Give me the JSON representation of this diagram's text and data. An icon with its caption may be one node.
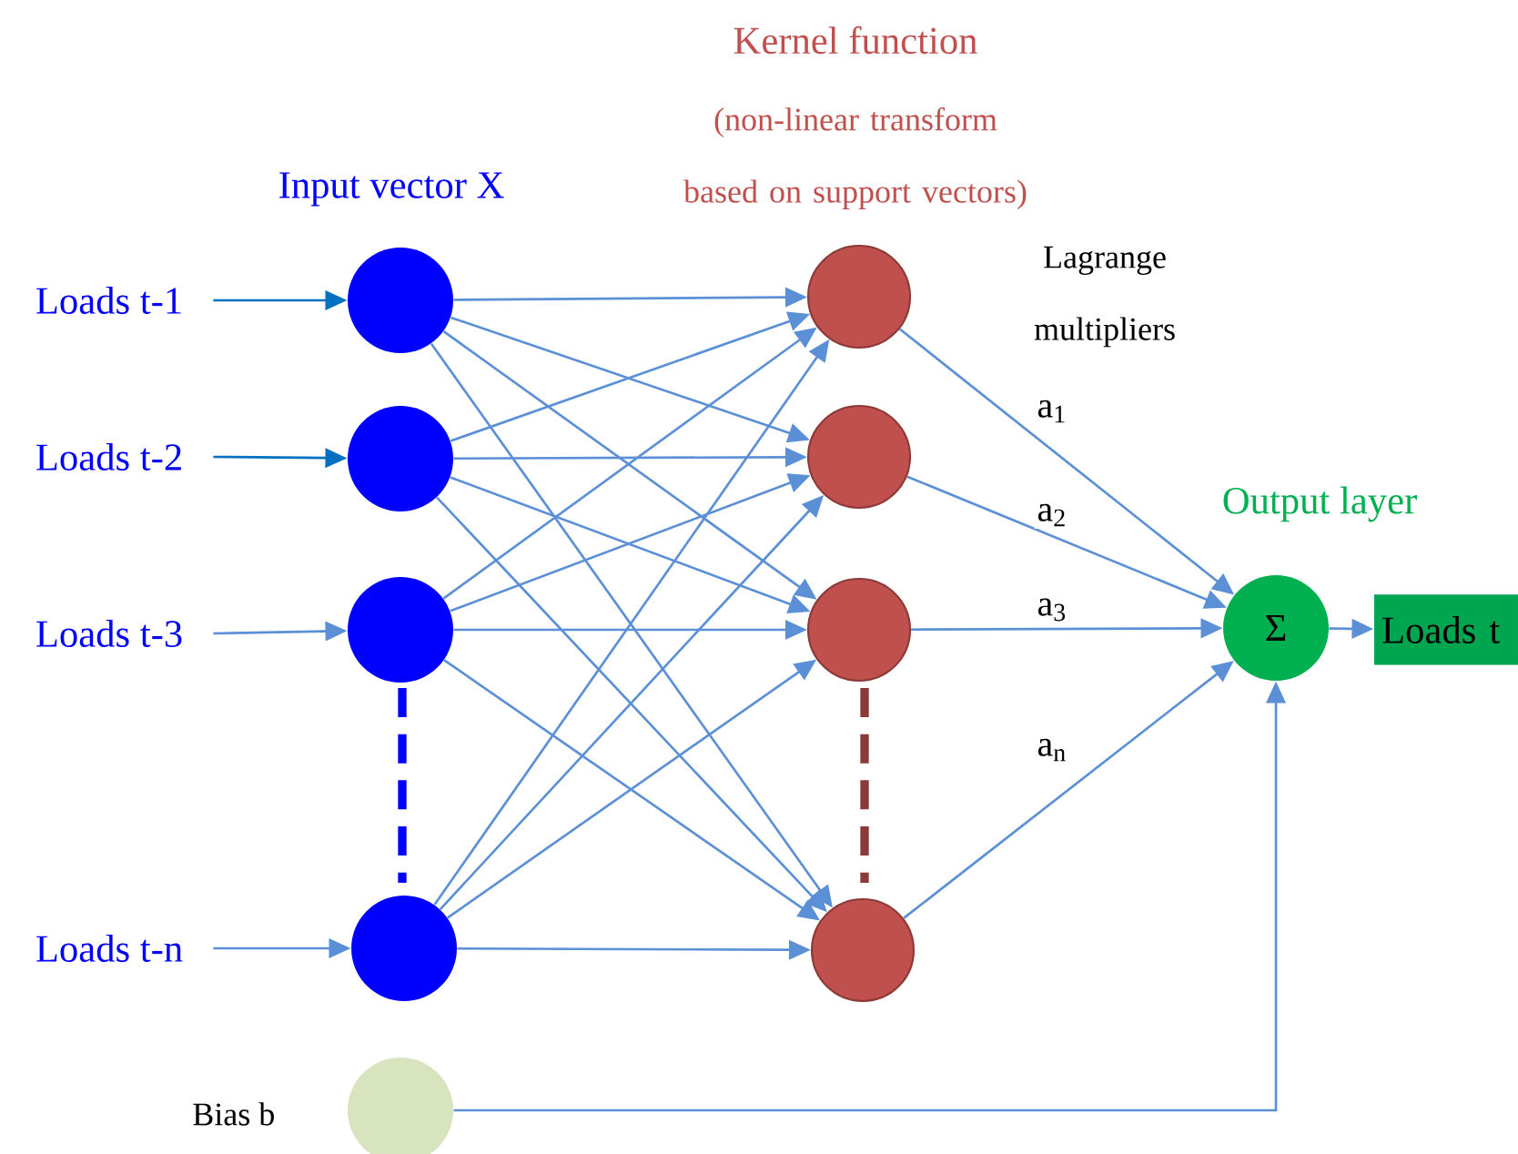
{
  "diagram": {
    "nodes": [
      {
        "text": [
          "Loads t-1"
        ]
      },
      {
        "text": [
          "Loads t-2"
        ]
      },
      {
        "text": [
          "Loads t-3"
        ]
      },
      {
        "text": [
          "Loads t-n"
        ]
      },
      {
        "text": [],
        "shape": "circle"
      },
      {
        "text": [],
        "shape": "circle"
      },
      {
        "text": [],
        "shape": "circle"
      },
      {
        "text": [],
        "shape": "circle"
      },
      {
        "text": [],
        "shape": "circle",
        "beside": [
          "Bias b"
        ]
      },
      {
        "text": [],
        "shape": "circle"
      },
      {
        "text": [],
        "shape": "circle"
      },
      {
        "text": [],
        "shape": "circle"
      },
      {
        "text": [],
        "shape": "circle"
      },
      {
        "text": [
          "Σ"
        ]
      },
      {
        "text": [
          "Loads t"
        ]
      }
    ],
    "edges": [
      {
        "from": 0,
        "to": 4,
        "arrow": "to",
        "color": "#0070c0"
      },
      {
        "from": 1,
        "to": 5,
        "arrow": "to",
        "color": "#0070c0"
      },
      {
        "from": 2,
        "to": 6,
        "arrow": "to"
      },
      {
        "from": 3,
        "to": 7,
        "arrow": "to"
      },
      {
        "from": 4,
        "to": 9,
        "arrow": "to"
      },
      {
        "from": 4,
        "to": 10,
        "arrow": "to"
      },
      {
        "from": 4,
        "to": 11,
        "arrow": "to"
      },
      {
        "from": 4,
        "to": 12,
        "arrow": "to"
      },
      {
        "from": 5,
        "to": 9,
        "arrow": "to"
      },
      {
        "from": 5,
        "to": 10,
        "arrow": "to"
      },
      {
        "from": 5,
        "to": 11,
        "arrow": "to"
      },
      {
        "from": 5,
        "to": 12,
        "arrow": "to"
      },
      {
        "from": 6,
        "to": 9,
        "arrow": "to"
      },
      {
        "from": 6,
        "to": 10,
        "arrow": "to"
      },
      {
        "from": 6,
        "to": 11,
        "arrow": "to"
      },
      {
        "from": 6,
        "to": 12,
        "arrow": "to"
      },
      {
        "from": 7,
        "to": 9,
        "arrow": "to"
      },
      {
        "from": 7,
        "to": 10,
        "arrow": "to"
      },
      {
        "from": 7,
        "to": 11,
        "arrow": "to"
      },
      {
        "from": 7,
        "to": 12,
        "arrow": "to"
      },
      {
        "from": 9,
        "to": 13,
        "arrow": "to",
        "label": "a$_{1}$"
      },
      {
        "from": 10,
        "to": 13,
        "arrow": "to",
        "label": "a$_{2}$"
      },
      {
        "from": 11,
        "to": 13,
        "arrow": "to",
        "label": "a$_{3}$"
      },
      {
        "from": 12,
        "to": 13,
        "arrow": "to",
        "label": "a$_{n}$"
      },
      {
        "from": 13,
        "to": 14,
        "arrow": "to"
      },
      {
        "from": 8,
        "to": 13,
        "arrow": "to"
      }
    ],
    "labels": [
      "Kernel function",
      "(non-linear transform based on support vectors)",
      "Input vector X",
      "Lagrange multipliers",
      "Output layer"
    ]
  }
}
